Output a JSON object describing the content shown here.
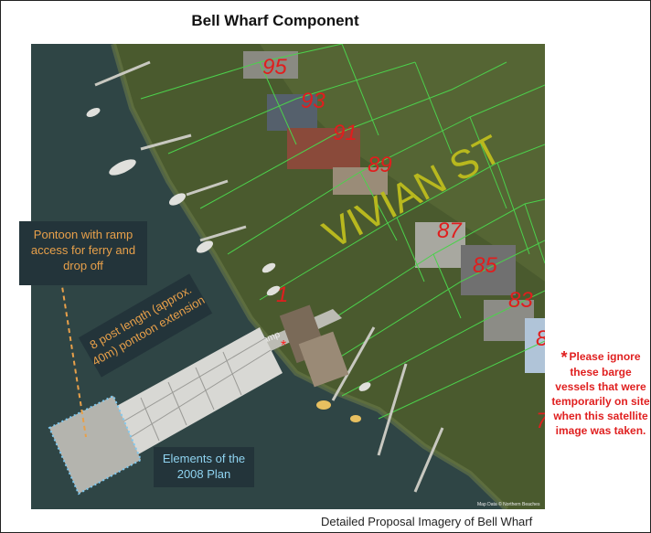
{
  "title": "Bell Wharf Component",
  "caption": "Detailed Proposal Imagery of Bell Wharf",
  "street_label": "VIVIAN ST",
  "ramp_label": "Ramp",
  "lot_numbers": [
    "95",
    "93",
    "91",
    "89",
    "87",
    "85",
    "83",
    "8",
    "7",
    "1"
  ],
  "callouts": {
    "pontoon": "Pontoon with ramp access for ferry and drop off",
    "extension": "8 post length (approx. 40m) pontoon extension",
    "elements": "Elements of the 2008 Plan"
  },
  "note": {
    "star": "*",
    "text": "Please ignore these barge vessels that were temporarily on site when this satellite image was taken."
  },
  "map_credit": "Map Data © Northern Beaches",
  "colors": {
    "water": "#2f4545",
    "land": "#4a5a2e",
    "boundary": "#4cd14c",
    "callout_bg": "#23343a",
    "callout_text": "#e8a04a",
    "callout_blue": "#8fd3f0",
    "note_red": "#e02020",
    "lot_red": "#e01e1e",
    "street_yellow": "#b8b81e"
  }
}
